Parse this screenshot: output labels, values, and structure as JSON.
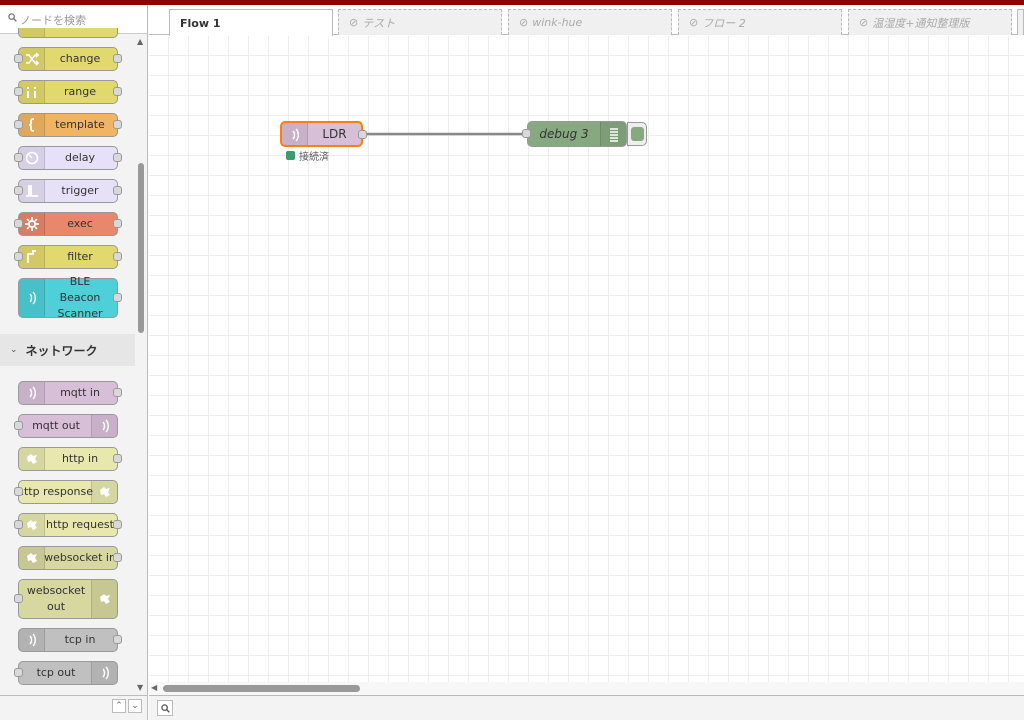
{
  "search": {
    "placeholder": "ノードを検索"
  },
  "palette": {
    "nodes_a": [
      {
        "label": "change",
        "color": "#e2d96e"
      },
      {
        "label": "range",
        "color": "#e2d96e"
      },
      {
        "label": "template",
        "color": "#f0b563"
      },
      {
        "label": "delay",
        "color": "#e6e0f8"
      },
      {
        "label": "trigger",
        "color": "#e6e0f8"
      },
      {
        "label": "exec",
        "color": "#e9876c"
      },
      {
        "label": "filter",
        "color": "#e2d96e"
      },
      {
        "label": "BLE Beacon Scanner",
        "color": "#4dd0d8"
      }
    ],
    "category": "ネットワーク",
    "nodes_b": [
      {
        "label": "mqtt in",
        "color": "#d8bfd8"
      },
      {
        "label": "mqtt out",
        "color": "#d8bfd8"
      },
      {
        "label": "http in",
        "color": "#e7e7ae"
      },
      {
        "label": "http response",
        "color": "#e7e7ae"
      },
      {
        "label": "http request",
        "color": "#e7e7ae"
      },
      {
        "label": "websocket in",
        "color": "#d7d7a0"
      },
      {
        "label": "websocket out",
        "color": "#d7d7a0"
      },
      {
        "label": "tcp in",
        "color": "#c0c0c0"
      },
      {
        "label": "tcp out",
        "color": "#c0c0c0"
      }
    ]
  },
  "tabs": [
    {
      "label": "Flow 1"
    },
    {
      "label": "テスト"
    },
    {
      "label": "wink-hue"
    },
    {
      "label": "フロー 2"
    },
    {
      "label": "温湿度+通知整理版"
    }
  ],
  "flow": {
    "ldr": {
      "label": "LDR",
      "status": "接続済",
      "status_color": "#3b9c6c",
      "color": "#d8bfd8"
    },
    "debug": {
      "label": "debug 3",
      "color": "#87a980"
    }
  },
  "colors": {
    "accent": "#8f0000",
    "selected": "#ff7f0e"
  }
}
